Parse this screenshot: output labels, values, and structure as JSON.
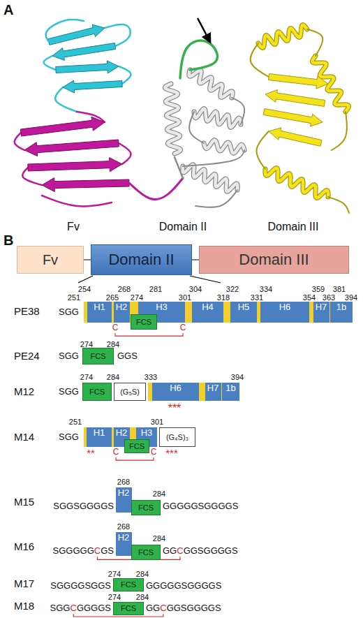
{
  "diagram": {
    "nodes": [
      {
        "text": [
          "Fv"
        ]
      },
      {
        "text": [
          "Domain II"
        ]
      },
      {
        "text": [
          "Domain III"
        ]
      },
      {
        "text": [
          "H1"
        ]
      },
      {
        "text": [
          "H2"
        ]
      },
      {
        "text": [
          "FCS"
        ]
      },
      {
        "text": [
          "H3"
        ]
      },
      {
        "text": [
          "H4"
        ]
      },
      {
        "text": [
          "H5"
        ]
      },
      {
        "text": [
          "H6"
        ]
      },
      {
        "text": [
          "H7"
        ]
      },
      {
        "text": [
          "1b"
        ]
      },
      {
        "text": [
          "FCS"
        ]
      },
      {
        "text": [
          "FCS"
        ]
      },
      {
        "text": [
          "(G₅S)"
        ]
      },
      {
        "text": [
          "H6"
        ]
      },
      {
        "text": [
          "H7"
        ]
      },
      {
        "text": [
          "1b"
        ]
      },
      {
        "text": [
          "H1"
        ]
      },
      {
        "text": [
          "H2"
        ]
      },
      {
        "text": [
          "FCS"
        ]
      },
      {
        "text": [
          "H3"
        ]
      },
      {
        "text": [
          "(G₄S)₃"
        ]
      },
      {
        "text": [
          "H2"
        ]
      },
      {
        "text": [
          "FCS"
        ]
      },
      {
        "text": [
          "H2"
        ]
      },
      {
        "text": [
          "FCS"
        ]
      },
      {
        "text": [
          "FCS"
        ]
      },
      {
        "text": [
          "FCS"
        ]
      }
    ],
    "labels": [
      "A",
      "Fv",
      "Domain II",
      "Domain III",
      "B",
      "PE38",
      "SGG",
      "251",
      "254",
      "265",
      "268",
      "274",
      "281",
      "301",
      "304",
      "318",
      "322",
      "331",
      "334",
      "354",
      "359",
      "363",
      "381",
      "394",
      "C",
      "C",
      "PE24",
      "274",
      "284",
      "SGG",
      "GGS",
      "M12",
      "274",
      "284",
      "333",
      "394",
      "SGG",
      "***",
      "M14",
      "251",
      "301",
      "SGG",
      "**",
      "C",
      "C",
      "***",
      "M15",
      "268",
      "284",
      "SGGSGGGGS",
      "GGGGGSGGGGS",
      "M16",
      "268",
      "284",
      "SGGGGG",
      "C",
      "GS",
      "GG",
      "C",
      "GGSGGGGS",
      "M17",
      "274",
      "284",
      "SGGGGSGGS",
      "GGGGGSGGGGS",
      "M18",
      "274",
      "284",
      "SGG",
      "C",
      "GGGGS",
      "GG",
      "C",
      "GGSGGGGS"
    ]
  }
}
